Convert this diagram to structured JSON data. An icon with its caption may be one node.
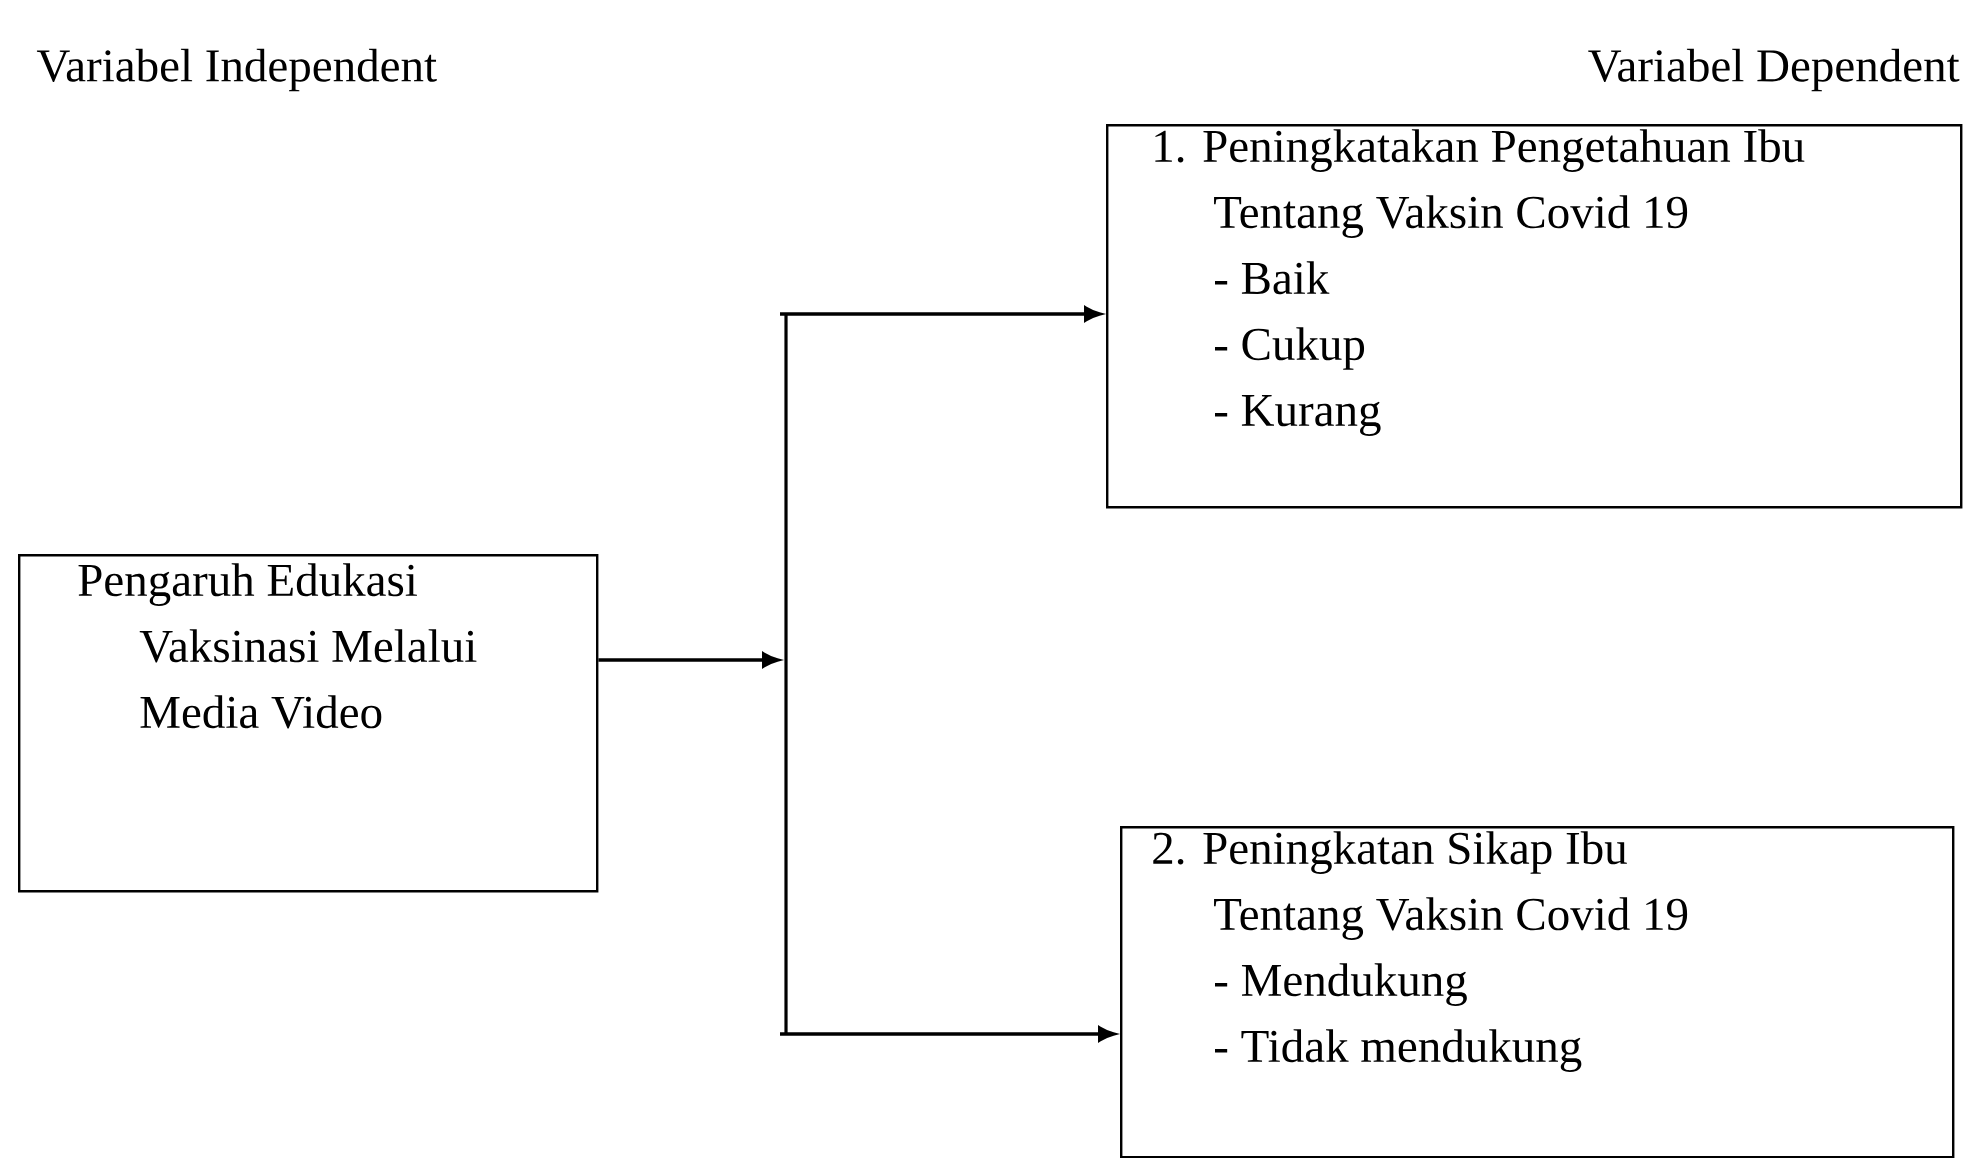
{
  "diagram": {
    "nodes": [
      {
        "text": [
          "Pengaruh Edukasi Vaksinasi Melalui Media Video"
        ]
      },
      {
        "text": [],
        "shape": "bar"
      },
      {
        "text": [
          "1. Peningkatakan Pengetahuan Ibu Tentang Vaksin Covid 19",
          "- Baik",
          "- Cukup",
          "- Kurang"
        ]
      },
      {
        "text": [
          "2. Peningkatan Sikap Ibu Tentang Vaksin Covid 19",
          "- Mendukung",
          "- Tidak mendukung"
        ]
      }
    ],
    "edges": [
      {
        "from": 0,
        "to": 1,
        "arrow": "to"
      },
      {
        "from": 1,
        "to": 2,
        "arrow": "to"
      },
      {
        "from": 1,
        "to": 3,
        "arrow": "to"
      }
    ],
    "labels": [
      "Variabel Independent",
      "Variabel Dependent"
    ]
  }
}
